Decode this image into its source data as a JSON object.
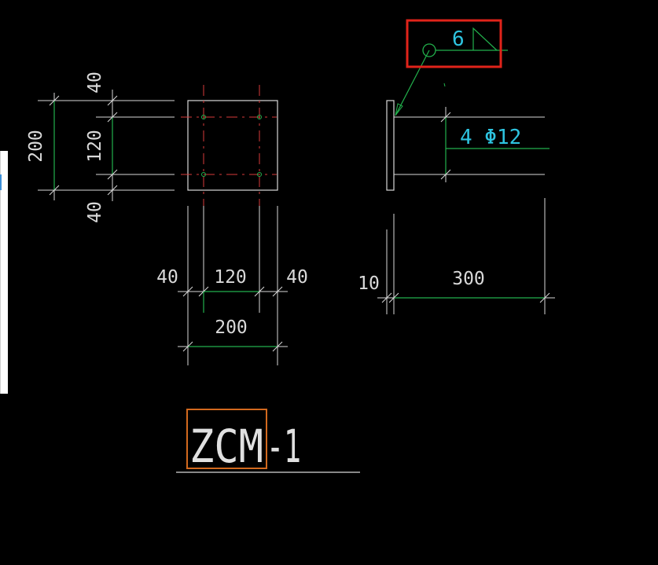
{
  "colors": {
    "background": "#000000",
    "line": "#d9d9d9",
    "dimension": "#22b14c",
    "axis": "#d83a3a",
    "label": "#2ec4e0",
    "highlight_box": "#e0231a",
    "title_box": "#d2691e"
  },
  "plate_section": {
    "dim_left_total": "200",
    "dim_left_top": "40",
    "dim_left_middle": "120",
    "dim_left_bottom": "40",
    "dim_bottom_left": "40",
    "dim_bottom_middle": "120",
    "dim_bottom_right": "40",
    "dim_bottom_total": "200"
  },
  "side_elevation": {
    "weld_size": "6",
    "rebar_label": "4 Φ12",
    "dim_plate_thickness": "10",
    "dim_bar_length": "300"
  },
  "title": {
    "code": "ZCM",
    "suffix": "-1"
  }
}
